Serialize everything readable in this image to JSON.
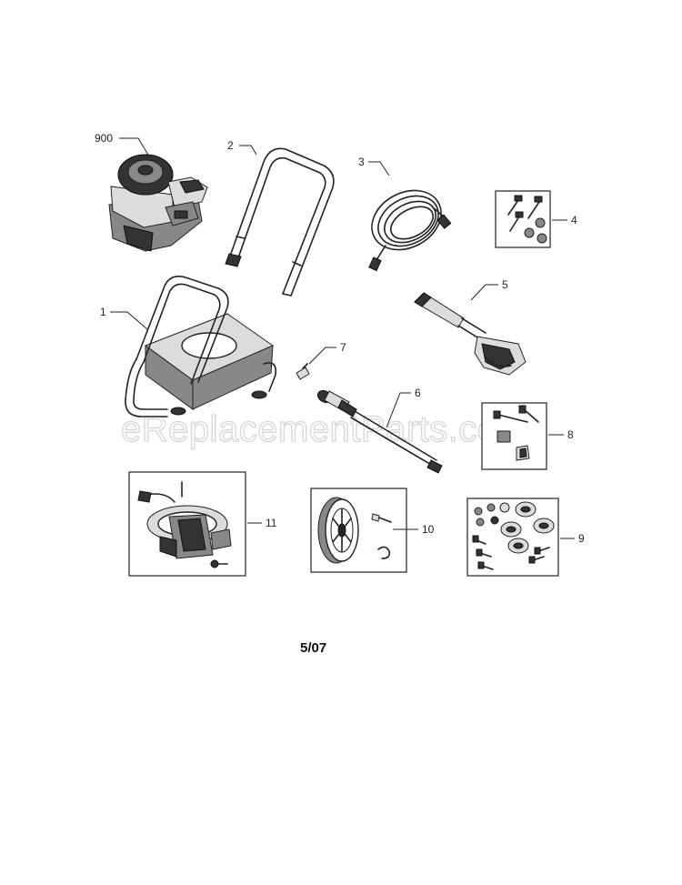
{
  "watermark": "eReplacementParts.com",
  "date_code": "5/07",
  "parts": [
    {
      "ref": "900",
      "icon": "engine-icon"
    },
    {
      "ref": "2",
      "icon": "handle-icon"
    },
    {
      "ref": "3",
      "icon": "hose-icon"
    },
    {
      "ref": "4",
      "icon": "bolt-kit-icon"
    },
    {
      "ref": "1",
      "icon": "frame-icon"
    },
    {
      "ref": "5",
      "icon": "spray-gun-icon"
    },
    {
      "ref": "7",
      "icon": "nozzle-icon"
    },
    {
      "ref": "6",
      "icon": "spray-wand-icon"
    },
    {
      "ref": "8",
      "icon": "handle-hardware-icon"
    },
    {
      "ref": "11",
      "icon": "pump-icon"
    },
    {
      "ref": "10",
      "icon": "wheel-kit-icon"
    },
    {
      "ref": "9",
      "icon": "mounting-kit-icon"
    }
  ]
}
